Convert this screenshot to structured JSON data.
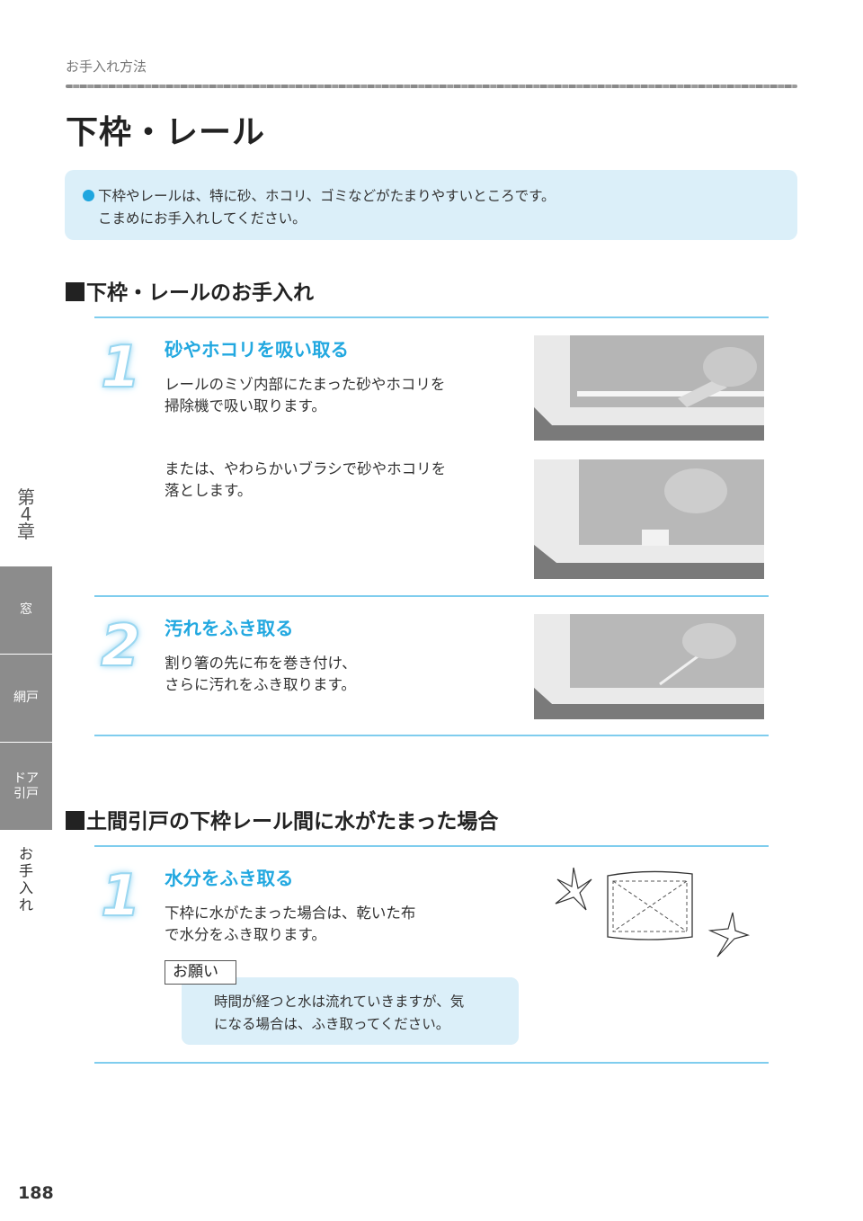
{
  "header": {
    "breadcrumb": "お手入れ方法",
    "title": "下枠・レール"
  },
  "intro": {
    "line1": "下枠やレールは、特に砂、ホコリ、ゴミなどがたまりやすいところです。",
    "line2": "こまめにお手入れしてください。"
  },
  "section1": {
    "title": "下枠・レールのお手入れ",
    "steps": [
      {
        "num": "1",
        "title": "砂やホコリを吸い取る",
        "text1_l1": "レールのミゾ内部にたまった砂やホコリを",
        "text1_l2": "掃除機で吸い取ります。",
        "text2_l1": "または、やわらかいブラシで砂やホコリを",
        "text2_l2": "落とします。"
      },
      {
        "num": "2",
        "title": "汚れをふき取る",
        "text_l1": "割り箸の先に布を巻き付け、",
        "text_l2": "さらに汚れをふき取ります。"
      }
    ]
  },
  "section2": {
    "title": "土間引戸の下枠レール間に水がたまった場合",
    "step": {
      "num": "1",
      "title": "水分をふき取る",
      "text_l1": "下枠に水がたまった場合は、乾いた布",
      "text_l2": "で水分をふき取ります。"
    },
    "note": {
      "label": "お願い",
      "line1": "時間が経つと水は流れていきますが、気",
      "line2": "になる場合は、ふき取ってください。"
    }
  },
  "side_tabs": {
    "chapter": [
      "第",
      "4",
      "章"
    ],
    "tab_window": "窓",
    "tab_screen": "網戸",
    "tab_door_l1": "ドア",
    "tab_door_l2": "引戸",
    "tab_care": [
      "お",
      "手",
      "入",
      "れ"
    ]
  },
  "page_number": "188",
  "colors": {
    "accent": "#22a8e0",
    "light_blue_box": "#dbeff9",
    "rule_blue": "#7fcdee",
    "tab_gray": "#8c8c8c"
  }
}
